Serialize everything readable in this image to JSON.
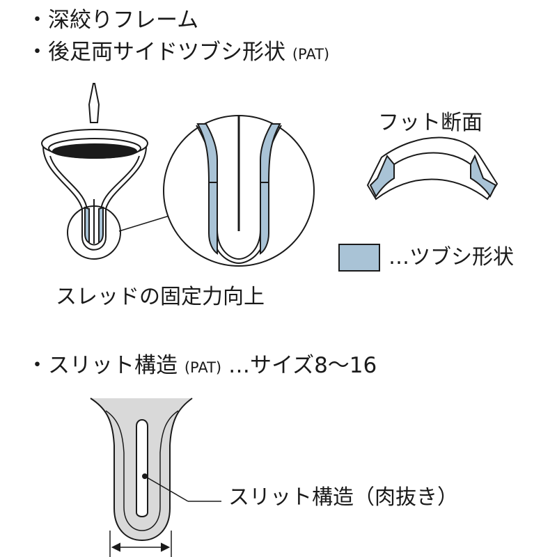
{
  "features": {
    "bullet": "・",
    "item1": "深絞りフレーム",
    "item2_text": "後足両サイドツブシ形状",
    "item2_pat": "(PAT)",
    "item3_text": "スリット構造",
    "item3_pat": "(PAT)",
    "item3_suffix": "…サイズ8〜16"
  },
  "labels": {
    "thread_caption": "スレッドの固定力向上",
    "foot_section": "フット断面",
    "legend_text": "…ツブシ形状",
    "slit_caption": "スリット構造（肉抜き）"
  },
  "colors": {
    "crush_fill": "#a9c3d6",
    "slit_fill": "#d9d9d9",
    "stroke": "#1a1a1a"
  }
}
